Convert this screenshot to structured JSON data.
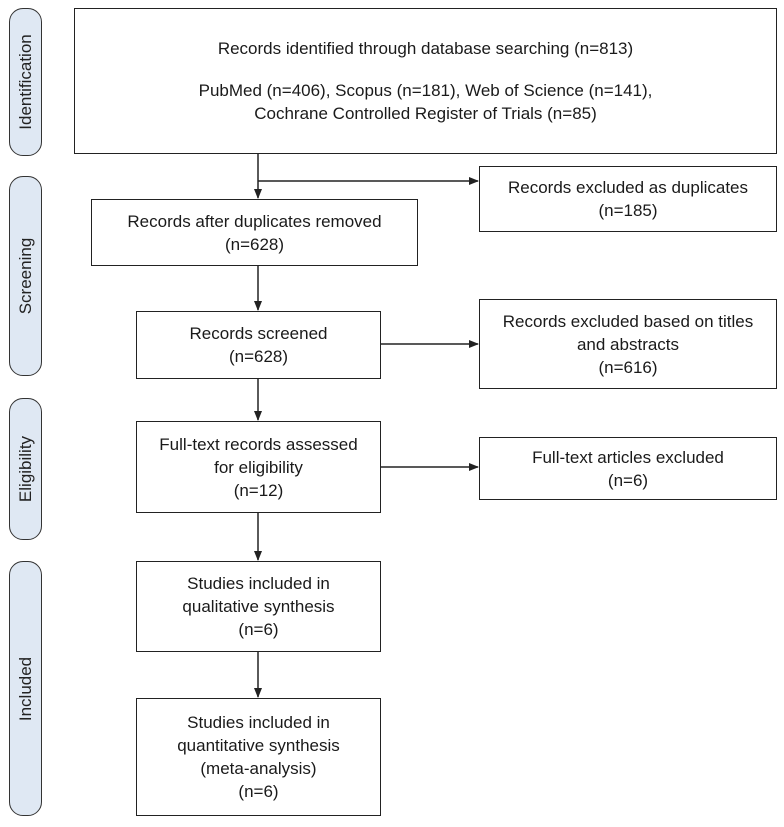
{
  "phases": {
    "identification": "Identification",
    "screening": "Screening",
    "eligibility": "Eligibility",
    "included": "Included"
  },
  "boxes": {
    "identified": {
      "line1": "Records identified through database searching (n=813)",
      "line2": "PubMed (n=406), Scopus (n=181), Web of Science (n=141),",
      "line3": "Cochrane Controlled Register of Trials (n=85)"
    },
    "duplicates_excluded": {
      "line1": "Records excluded as duplicates",
      "line2": "(n=185)"
    },
    "after_duplicates": {
      "line1": "Records after duplicates removed",
      "line2": "(n=628)"
    },
    "screened": {
      "line1": "Records screened",
      "line2": "(n=628)"
    },
    "titles_excluded": {
      "line1": "Records excluded based on titles",
      "line2": "and abstracts",
      "line3": "(n=616)"
    },
    "fulltext_assessed": {
      "line1": "Full-text records assessed",
      "line2": "for eligibility",
      "line3": "(n=12)"
    },
    "fulltext_excluded": {
      "line1": "Full-text articles excluded",
      "line2": "(n=6)"
    },
    "qualitative": {
      "line1": "Studies included in",
      "line2": "qualitative synthesis",
      "line3": "(n=6)"
    },
    "quantitative": {
      "line1": "Studies included in",
      "line2": "quantitative synthesis",
      "line3": "(meta-analysis)",
      "line4": "(n=6)"
    }
  }
}
